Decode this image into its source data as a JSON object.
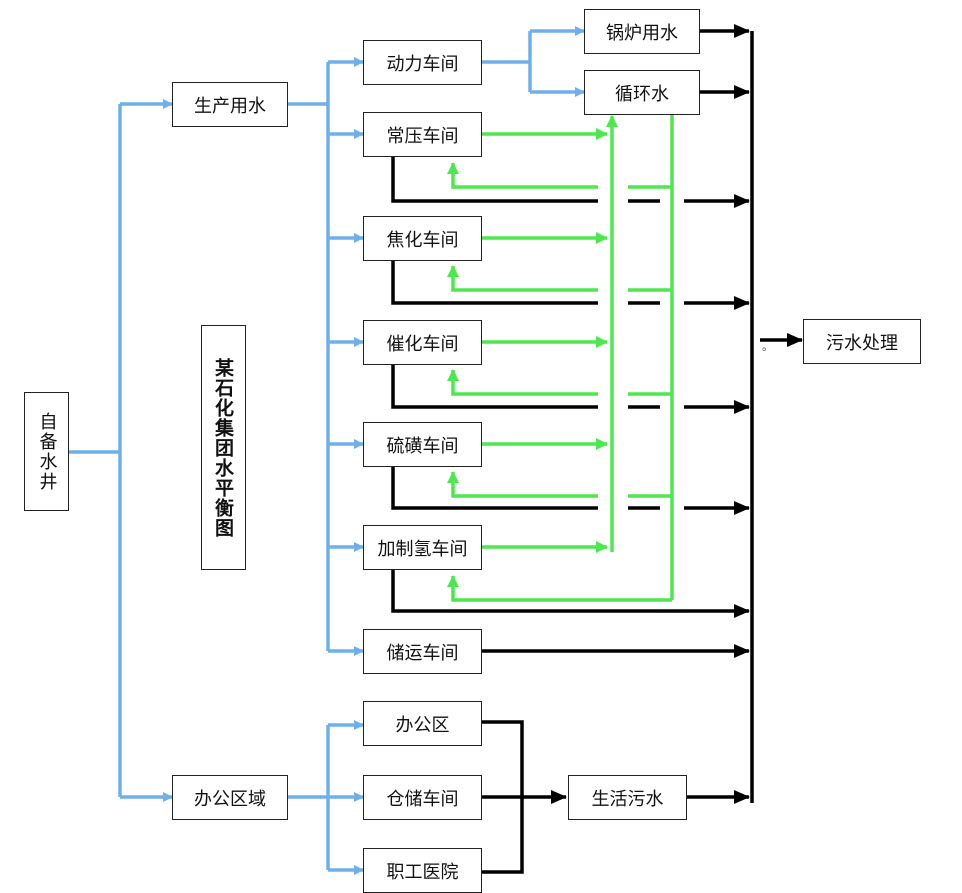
{
  "title": "某石化集团水平衡图",
  "source": "自备水井",
  "primary": {
    "production": "生产用水",
    "office_area": "办公区域"
  },
  "workshops": {
    "power": "动力车间",
    "atmospheric": "常压车间",
    "coking": "焦化车间",
    "catalytic": "催化车间",
    "sulfur": "硫磺车间",
    "hydrogen": "加制氢车间",
    "storage": "储运车间"
  },
  "power_outputs": {
    "boiler": "锅炉用水",
    "circulation": "循环水"
  },
  "office_units": {
    "office": "办公区",
    "warehouse": "仓储车间",
    "clinic": "职工医院"
  },
  "domestic_sewage": "生活污水",
  "treatment": "污水处理",
  "small_mark": "。",
  "colors": {
    "supply": "#6fb0ea",
    "recycle": "#4de84d",
    "drain": "#000000"
  }
}
